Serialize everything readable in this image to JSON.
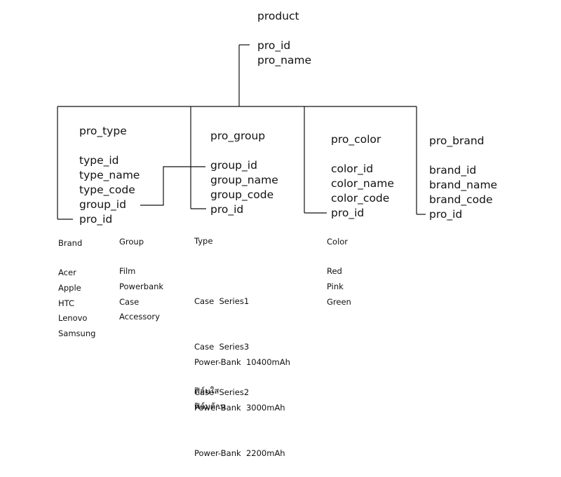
{
  "product": {
    "title": "product",
    "fields": [
      "pro_id",
      "pro_name"
    ]
  },
  "entities": [
    {
      "title": "pro_type",
      "fields": [
        "type_id",
        "type_name",
        "type_code",
        "group_id",
        "pro_id"
      ]
    },
    {
      "title": "pro_group",
      "fields": [
        "group_id",
        "group_name",
        "group_code",
        "pro_id"
      ]
    },
    {
      "title": "pro_color",
      "fields": [
        "color_id",
        "color_name",
        "color_code",
        "pro_id"
      ]
    },
    {
      "title": "pro_brand",
      "fields": [
        "brand_id",
        "brand_name",
        "brand_code",
        "pro_id"
      ]
    }
  ],
  "lists": {
    "brand": {
      "title": "Brand",
      "items": [
        "Acer",
        "Apple",
        "HTC",
        "Lenovo",
        "Samsung"
      ]
    },
    "group": {
      "title": "Group",
      "items": [
        "Film",
        "Powerbank",
        "Case",
        "Accessory"
      ]
    },
    "type": {
      "title": "Type",
      "items_a": [
        "Case  Series1",
        "Case  Series3",
        "Case  Series2"
      ],
      "items_b": [
        "Power-Bank  10400mAh",
        "Power-Bank  3000mAh",
        "Power-Bank  2200mAh"
      ],
      "items_c": [
        "ฟิล์มใส",
        "ฟิล์มด้าน"
      ]
    },
    "color": {
      "title": "Color",
      "items": [
        "Red",
        "Pink",
        "Green"
      ]
    }
  }
}
